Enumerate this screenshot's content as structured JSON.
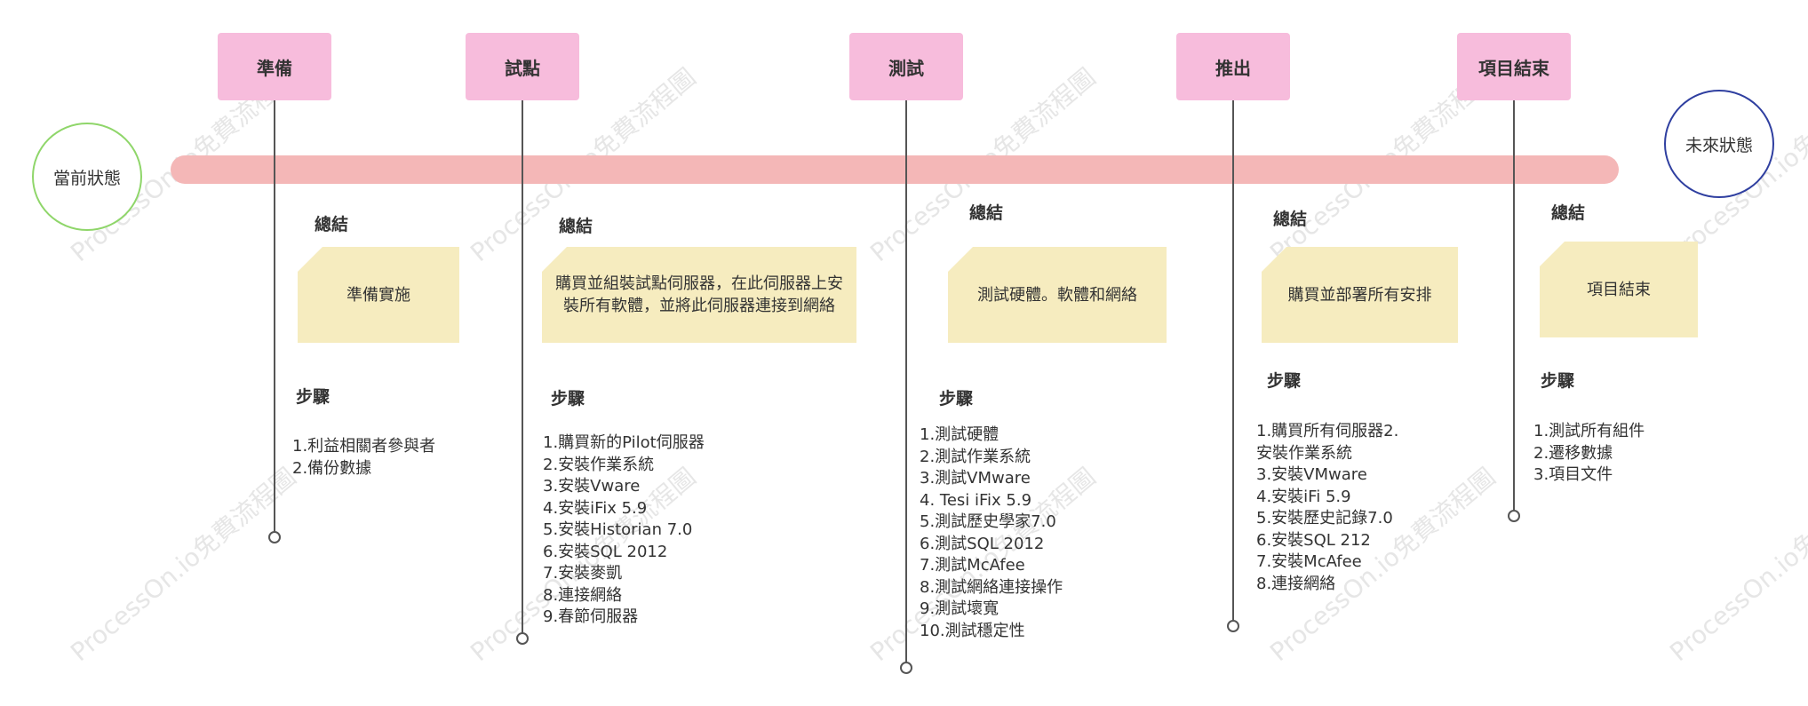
{
  "watermark": "ProcessOn.io免費流程圖",
  "states": {
    "current": "當前狀態",
    "future": "未來狀態"
  },
  "phases": [
    {
      "title": "準備",
      "summary_label": "總結",
      "summary": "準備實施",
      "steps_label": "步驟",
      "steps": [
        "1.利益相關者參與者",
        "2.備份數據"
      ]
    },
    {
      "title": "試點",
      "summary_label": "總結",
      "summary": "購買並組裝試點伺服器，在此伺服器上安裝所有軟體，並將此伺服器連接到網絡",
      "steps_label": "步驟",
      "steps": [
        "1.購買新的Pilot伺服器",
        "2.安裝作業系統",
        "3.安裝Vware",
        "4.安裝iFix 5.9",
        "5.安裝Historian 7.0",
        "6.安裝SQL 2012",
        "7.安裝麥凱",
        "8.連接網絡",
        "9.春節伺服器"
      ]
    },
    {
      "title": "測試",
      "summary_label": "總結",
      "summary": "測試硬體。軟體和網絡",
      "steps_label": "步驟",
      "steps": [
        "1.測試硬體",
        "2.測試作業系統",
        "3.測試VMware",
        "4. Tesi iFix 5.9",
        "5.測試歷史學家7.0",
        "6.測試SQL 2012",
        "7.測試McAfee",
        "8.測試網絡連接操作",
        "9.測試壞寬",
        "10.測試穩定性"
      ]
    },
    {
      "title": "推出",
      "summary_label": "總結",
      "summary": "購買並部署所有安排",
      "steps_label": "步驟",
      "steps": [
        "1.購買所有伺服器2.",
        "安裝作業系統",
        "3.安裝VMware",
        "4.安裝iFi 5.9",
        "5.安裝歷史記錄7.0",
        "6.安裝SQL 212",
        "7.安裝McAfee",
        "8.連接網絡"
      ]
    },
    {
      "title": "項目結束",
      "summary_label": "總結",
      "summary": "項目結束",
      "steps_label": "步驟",
      "steps": [
        "1.測試所有組件",
        "2.遷移數據",
        "3.項目文件"
      ]
    }
  ],
  "colors": {
    "bar": "#f4b7b7",
    "phase": "#f7bcdc",
    "note": "#f6ecbf",
    "current_state_border": "#8fd66a",
    "future_state_border": "#2f3fa0"
  }
}
